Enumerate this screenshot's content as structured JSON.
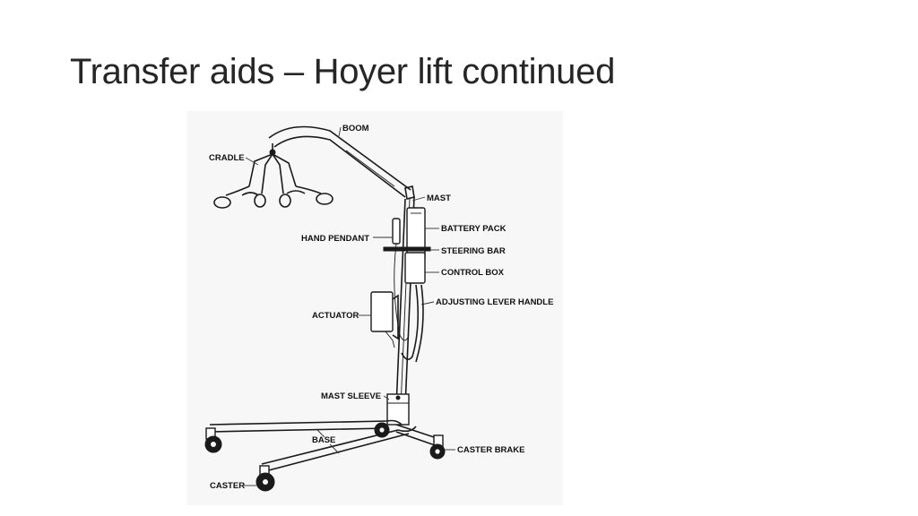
{
  "slide": {
    "title": "Transfer aids – Hoyer lift continued"
  },
  "diagram": {
    "labels": {
      "boom": "BOOM",
      "cradle": "CRADLE",
      "mast": "MAST",
      "battery_pack": "BATTERY PACK",
      "hand_pendant": "HAND PENDANT",
      "steering_bar": "STEERING BAR",
      "control_box": "CONTROL BOX",
      "adjusting_lever_handle": "ADJUSTING LEVER HANDLE",
      "actuator": "ACTUATOR",
      "mast_sleeve": "MAST SLEEVE",
      "base": "BASE",
      "caster_brake": "CASTER BRAKE",
      "caster": "CASTER"
    },
    "colors": {
      "ink": "#1a1a1a",
      "background": "#f7f7f7",
      "title": "#262626"
    }
  }
}
